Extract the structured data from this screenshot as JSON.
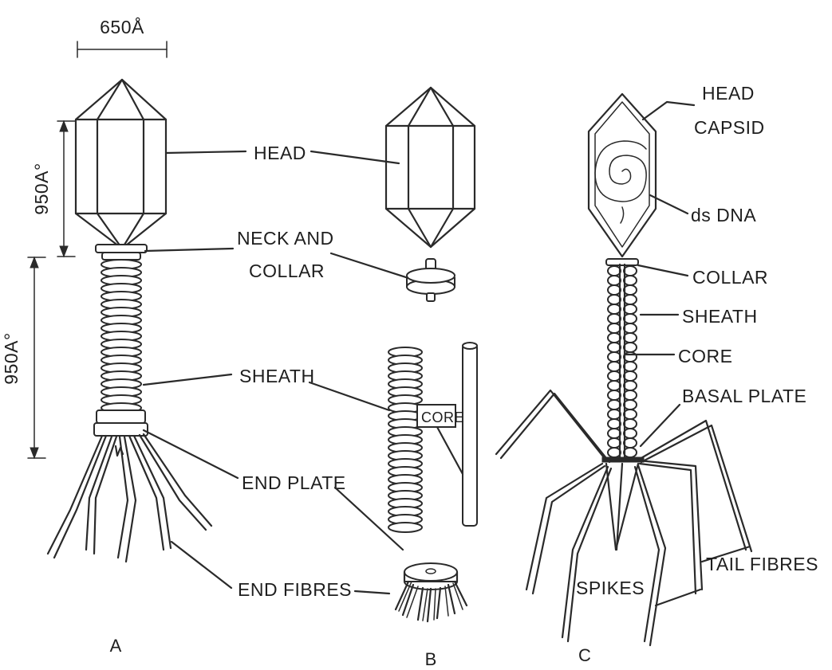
{
  "scale": {
    "width_label": "650Å",
    "head_height_label": "950A°",
    "tail_height_label": "950A°"
  },
  "panel_a": {
    "letter": "A",
    "labels": {
      "head": "HEAD",
      "neck_line1": "NECK AND",
      "neck_line2": "COLLAR",
      "sheath": "SHEATH",
      "end_plate": "END PLATE",
      "end_fibres": "END FIBRES"
    }
  },
  "panel_b": {
    "letter": "B",
    "labels": {
      "core": "CORE"
    }
  },
  "panel_c": {
    "letter": "C",
    "labels": {
      "head": "HEAD",
      "capsid": "CAPSID",
      "dna": "ds DNA",
      "collar": "COLLAR",
      "sheath": "SHEATH",
      "core": "CORE",
      "basal_plate": "BASAL PLATE",
      "tail_fibres": "TAIL FIBRES",
      "spikes": "SPIKES"
    }
  }
}
